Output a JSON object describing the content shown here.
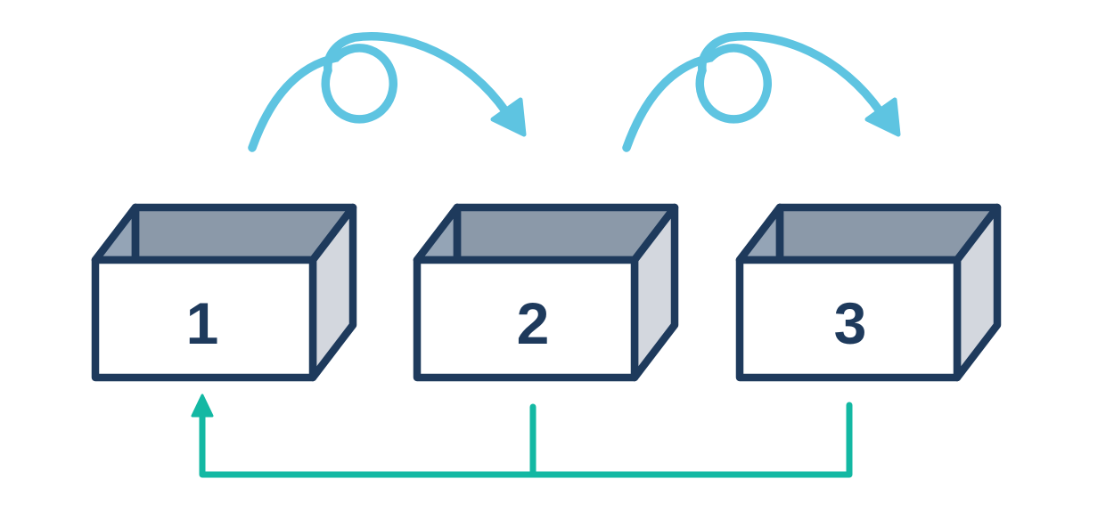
{
  "figure": {
    "name": "sequence-loop-diagram",
    "description": "Three open 3D boxes in a row; looping jump arrows go from box 1 to box 2 and from box 2 to box 3; a return line runs from boxes 3 and 2 back up to box 1.",
    "boxes": [
      {
        "label": "1"
      },
      {
        "label": "2"
      },
      {
        "label": "3"
      }
    ],
    "arrows": {
      "jump_arrows": [
        {
          "from": "1",
          "to": "2",
          "style": "loop-the-loop"
        },
        {
          "from": "2",
          "to": "3",
          "style": "loop-the-loop"
        }
      ],
      "return_arrow": {
        "from": "3 and 2",
        "to": "1",
        "style": "elbow with up arrowhead"
      }
    },
    "colors": {
      "outline": "#1e3a5c",
      "box_top": "#8b99a9",
      "box_inner_wall": "#94a4b6",
      "box_side": "#d3d7de",
      "box_front": "#ffffff",
      "jump_arrow": "#5ec4e1",
      "return_arrow": "#13b8a3",
      "background": "#ffffff"
    }
  }
}
